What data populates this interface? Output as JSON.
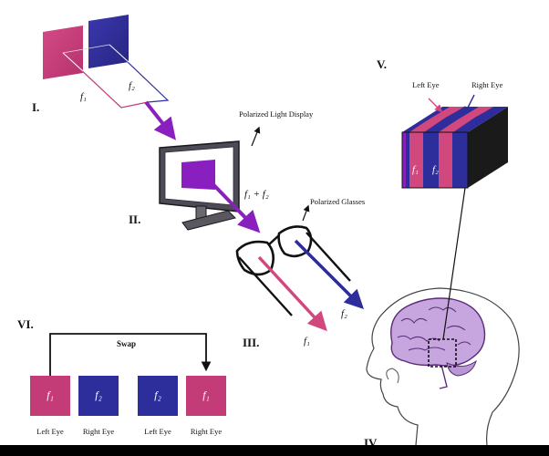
{
  "panels": {
    "I": "I.",
    "II": "II.",
    "III": "III.",
    "IV": "IV.",
    "V": "V.",
    "VI": "VI."
  },
  "frequencies": {
    "f1": "f₁",
    "f2": "f₂",
    "f1_plus_f2": "f₁ + f₂"
  },
  "labels": {
    "display": "Polarized Light Display",
    "glasses": "Polarized Glasses",
    "left_eye": "Left Eye",
    "right_eye": "Right Eye",
    "swap": "Swap"
  },
  "swap_panel": {
    "squares": [
      {
        "freq": "f₁",
        "eye": "Left Eye",
        "color": "#c33b77"
      },
      {
        "freq": "f₂",
        "eye": "Right Eye",
        "color": "#2e2d9c"
      },
      {
        "freq": "f₂",
        "eye": "Left Eye",
        "color": "#2e2d9c"
      },
      {
        "freq": "f₁",
        "eye": "Right Eye",
        "color": "#c33b77"
      }
    ]
  },
  "colors": {
    "f1": "#c33b77",
    "f2": "#2e2d9c",
    "combined": "#8a1fc0",
    "brain": "#c7a5df",
    "brain_stroke": "#5a2b7a"
  }
}
